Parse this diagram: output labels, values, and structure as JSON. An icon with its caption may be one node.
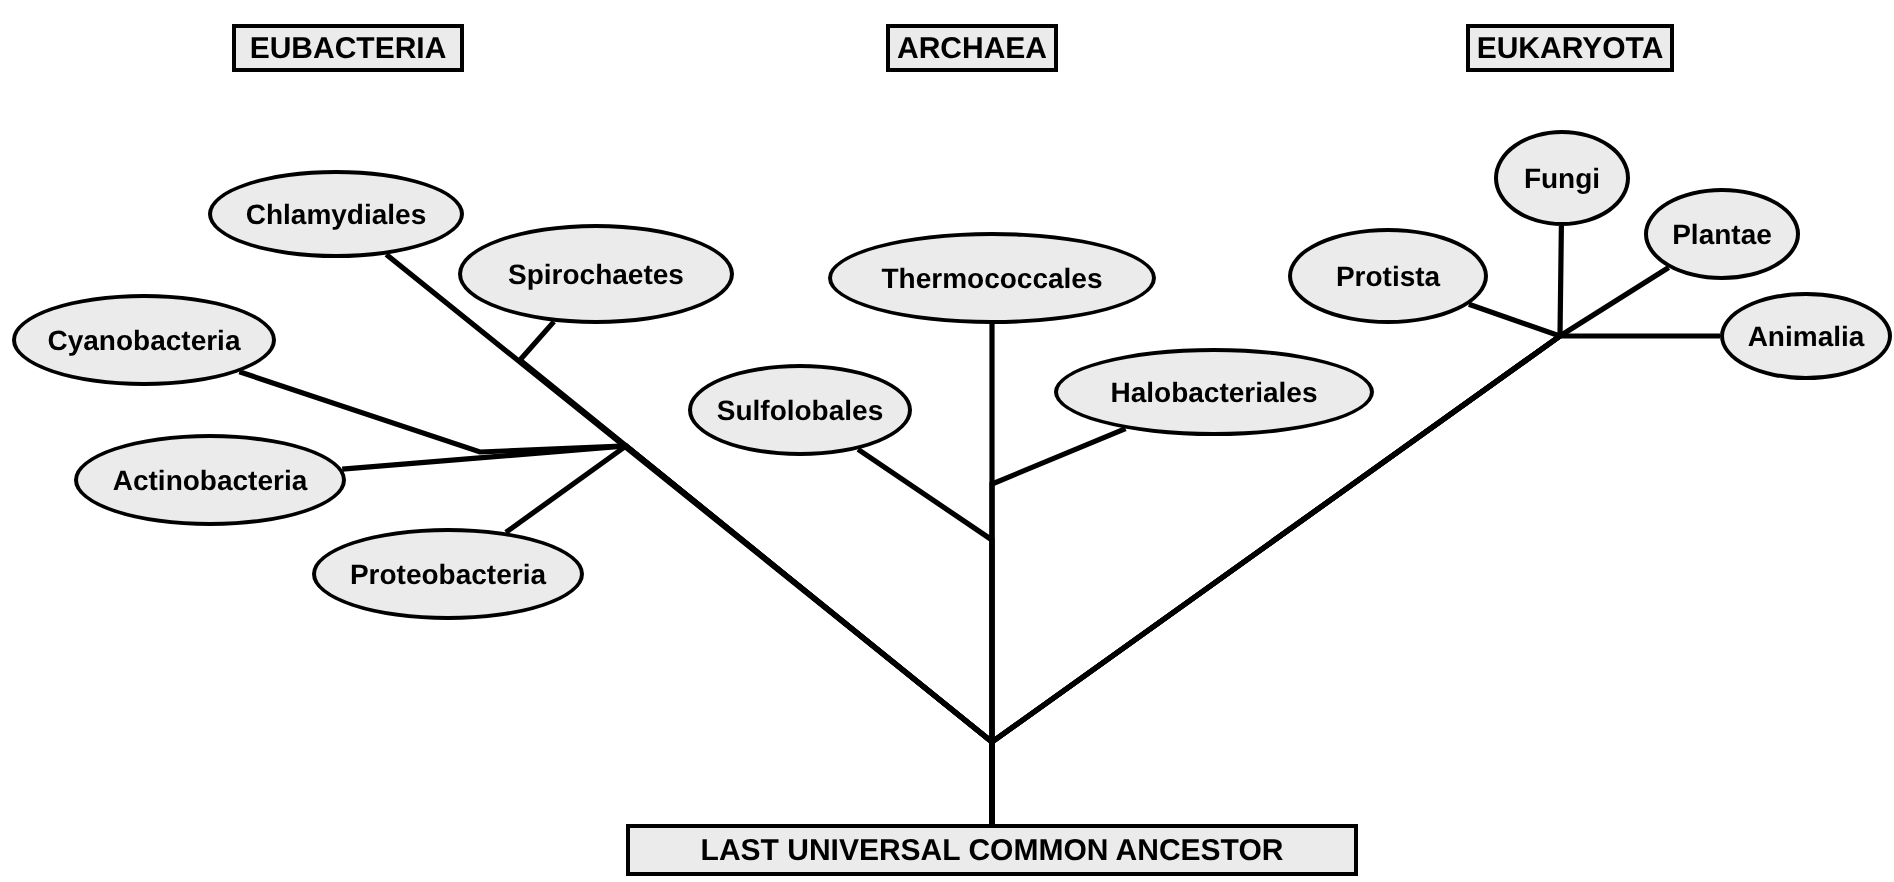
{
  "diagram": {
    "nodes": [
      {
        "text": [
          "EUBACTERIA"
        ]
      },
      {
        "text": [
          "ARCHAEA"
        ]
      },
      {
        "text": [
          "EUKARYOTA"
        ]
      },
      {
        "text": [
          "Chlamydiales"
        ]
      },
      {
        "text": [
          "Spirochaetes"
        ]
      },
      {
        "text": [
          "Cyanobacteria"
        ]
      },
      {
        "text": [
          "Actinobacteria"
        ]
      },
      {
        "text": [
          "Proteobacteria"
        ]
      },
      {
        "text": [
          "Thermococcales"
        ]
      },
      {
        "text": [
          "Sulfolobales"
        ]
      },
      {
        "text": [
          "Halobacteriales"
        ]
      },
      {
        "text": [
          "Fungi"
        ]
      },
      {
        "text": [
          "Protista"
        ]
      },
      {
        "text": [
          "Plantae"
        ]
      },
      {
        "text": [
          "Animalia"
        ]
      },
      {
        "text": [
          "LAST UNIVERSAL COMMON ANCESTOR"
        ]
      }
    ],
    "edges": [
      {
        "from": 15,
        "to": 3,
        "arrow": "none"
      },
      {
        "from": 15,
        "to": 4,
        "arrow": "none"
      },
      {
        "from": 15,
        "to": 5,
        "arrow": "none"
      },
      {
        "from": 15,
        "to": 6,
        "arrow": "none"
      },
      {
        "from": 15,
        "to": 7,
        "arrow": "none"
      },
      {
        "from": 15,
        "to": 8,
        "arrow": "none"
      },
      {
        "from": 15,
        "to": 9,
        "arrow": "none"
      },
      {
        "from": 15,
        "to": 10,
        "arrow": "none"
      },
      {
        "from": 15,
        "to": 11,
        "arrow": "none"
      },
      {
        "from": 15,
        "to": 12,
        "arrow": "none"
      },
      {
        "from": 15,
        "to": 13,
        "arrow": "none"
      },
      {
        "from": 15,
        "to": 14,
        "arrow": "none"
      }
    ]
  }
}
